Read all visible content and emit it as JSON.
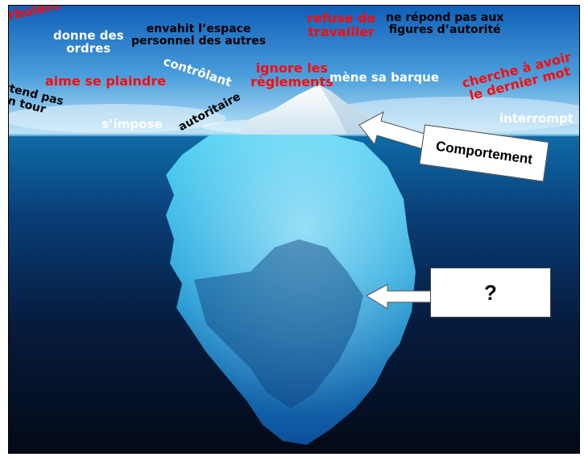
{
  "slide": {
    "colors": {
      "sky_top": "#0f5fb8",
      "sky_bottom": "#bfe4f7",
      "water_top": "#0e6ca8",
      "water_bottom": "#030a16",
      "ice_above": "#e8f3fa",
      "ice_below": "#2fb7e6",
      "red_text": "#ff0a0a"
    },
    "behaviors": {
      "turbulent": "turbulent",
      "donne_des_ordres": "donne des\nordres",
      "envahit": "envahit l’espace\npersonnel des autres",
      "refuse": "refuse de\ntravailler",
      "ne_repond": "ne répond pas aux\nfigures d’autorité",
      "controlant": "contrôlant",
      "ignore": "ignore les\nrèglements",
      "mene": "mène sa barque",
      "cherche": "cherche à avoir\nle dernier mot",
      "aime": "aime se plaindre",
      "attend": "attend pas\nson tour",
      "impose": "s’impose",
      "autoritaire": "autoritaire",
      "interrompt": "interrompt"
    },
    "callouts": {
      "top_label": "Comportement",
      "bottom_label": "?"
    }
  }
}
